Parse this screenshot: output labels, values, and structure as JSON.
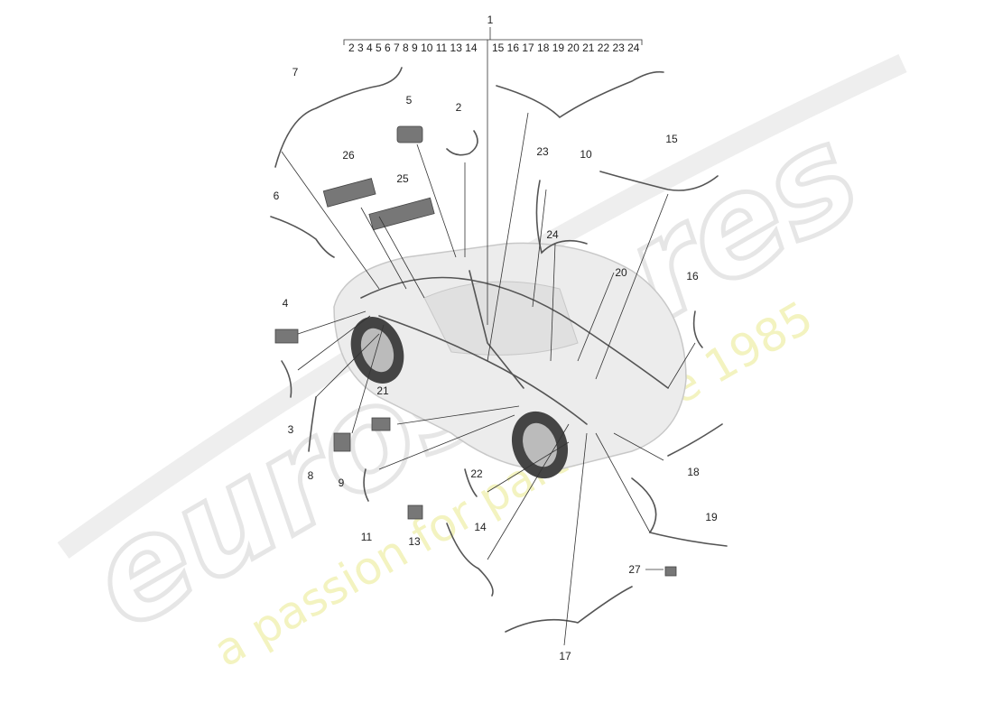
{
  "watermark": {
    "brand": "eurospares",
    "tagline": "a passion for parts since 1985",
    "brand_color": "#e6e6e6",
    "tagline_color": "#f0f0b0"
  },
  "header": {
    "main_callout": "1",
    "group_left": "2 3 4 5 6 7 8 9  10 11 13 14",
    "group_right": "15 16 17 18 19 20 21 22 23 24"
  },
  "callouts": [
    "2",
    "3",
    "4",
    "5",
    "6",
    "7",
    "8",
    "9",
    "10",
    "11",
    "13",
    "14",
    "15",
    "16",
    "17",
    "18",
    "19",
    "20",
    "21",
    "22",
    "23",
    "24",
    "25",
    "26",
    "27"
  ]
}
